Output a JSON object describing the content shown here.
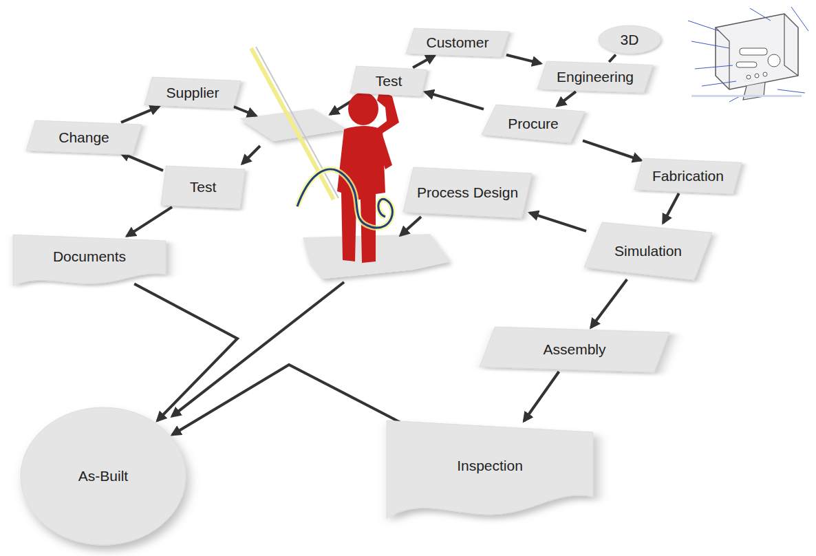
{
  "diagram": {
    "nodes": [
      {
        "text": [
          "Customer"
        ]
      },
      {
        "text": [
          "3D"
        ]
      },
      {
        "text": [
          "Test"
        ]
      },
      {
        "text": [
          "Engineering"
        ]
      },
      {
        "text": [
          "Supplier"
        ]
      },
      {
        "text": [
          "Change"
        ]
      },
      {
        "text": [
          "Procure"
        ]
      },
      {
        "text": [
          "Test"
        ]
      },
      {
        "text": [
          "Process Design"
        ]
      },
      {
        "text": [
          "Fabrication"
        ]
      },
      {
        "text": [
          "Documents"
        ]
      },
      {
        "text": [
          "Simulation"
        ]
      },
      {
        "text": [
          "Assembly"
        ]
      },
      {
        "text": [
          "Inspection"
        ]
      },
      {
        "text": [
          "As-Built"
        ]
      }
    ],
    "edges": [
      {
        "from": 2,
        "to": 0,
        "arrow": "to"
      },
      {
        "from": 0,
        "to": 3,
        "arrow": "to"
      },
      {
        "from": 1,
        "to": 3,
        "arrow": "none"
      },
      {
        "from": 3,
        "to": 6,
        "arrow": "to"
      },
      {
        "from": 6,
        "to": 2,
        "arrow": "to"
      },
      {
        "from": 6,
        "to": 9,
        "arrow": "to"
      },
      {
        "from": 9,
        "to": 11,
        "arrow": "to"
      },
      {
        "from": 11,
        "to": 8,
        "arrow": "to"
      },
      {
        "from": 11,
        "to": 12,
        "arrow": "to"
      },
      {
        "from": 12,
        "to": 13,
        "arrow": "to"
      },
      {
        "from": 13,
        "to": 14,
        "arrow": "to"
      },
      {
        "from": 7,
        "to": 5,
        "arrow": "to"
      },
      {
        "from": 5,
        "to": 4,
        "arrow": "to"
      },
      {
        "from": 7,
        "to": 10,
        "arrow": "to"
      },
      {
        "from": 10,
        "to": 14,
        "arrow": "to"
      }
    ]
  }
}
